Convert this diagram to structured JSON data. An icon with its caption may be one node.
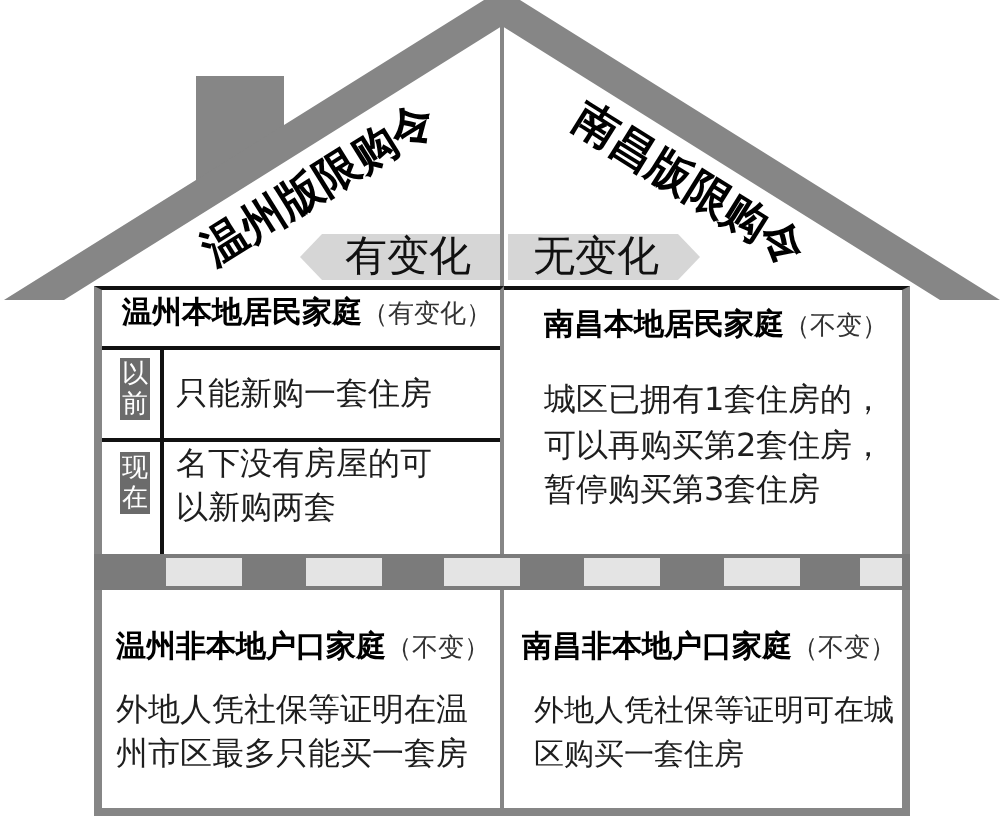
{
  "diagram": {
    "nodes": [
      {
        "text": [
          "有变化"
        ]
      },
      {
        "text": [
          "无变化"
        ]
      },
      {
        "text": [
          "**温州本地居民家庭**（有变化）"
        ]
      },
      {
        "text": [
          "只能新购一套住房"
        ],
        "in": 2
      },
      {
        "text": [
          "以前"
        ],
        "in": 3
      },
      {
        "text": [
          "名下没有房屋的可以新购两套"
        ],
        "in": 2
      },
      {
        "text": [
          "现在"
        ],
        "in": 5
      },
      {
        "text": [
          "**南昌本地居民家庭**（不变）",
          "城区已拥有1套住房的，可以再购买第2套住房，暂停购买第3套住房"
        ]
      },
      {
        "text": [
          "**温州非本地户口家庭**（不变）",
          "外地人凭社保等证明在温州市区最多只能买一套房"
        ]
      },
      {
        "text": [
          "**南昌非本地户口家庭**（不变）",
          "外地人凭社保等证明可在城区购买一套住房"
        ]
      }
    ],
    "labels": [
      "温州版限购令",
      "南昌版限购令"
    ]
  }
}
